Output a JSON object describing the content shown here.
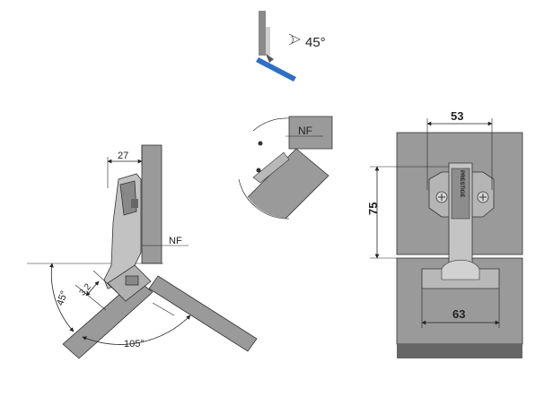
{
  "top_icon": {
    "angle_label": "45°"
  },
  "side_view": {
    "dim_width": "27",
    "dim_offset": "3,2",
    "angle_base": "45°",
    "angle_open": "105°",
    "label_nf": "NF"
  },
  "detail_view": {
    "label_nf": "NF"
  },
  "front_view": {
    "dim_top": "53",
    "dim_side": "75",
    "dim_bottom": "63",
    "brand_text": "PRESTIGE"
  },
  "colors": {
    "panel": "#9a9a9a",
    "panel_dark": "#666666",
    "hinge": "#b5b5b5",
    "blue": "#2f6fc4"
  }
}
